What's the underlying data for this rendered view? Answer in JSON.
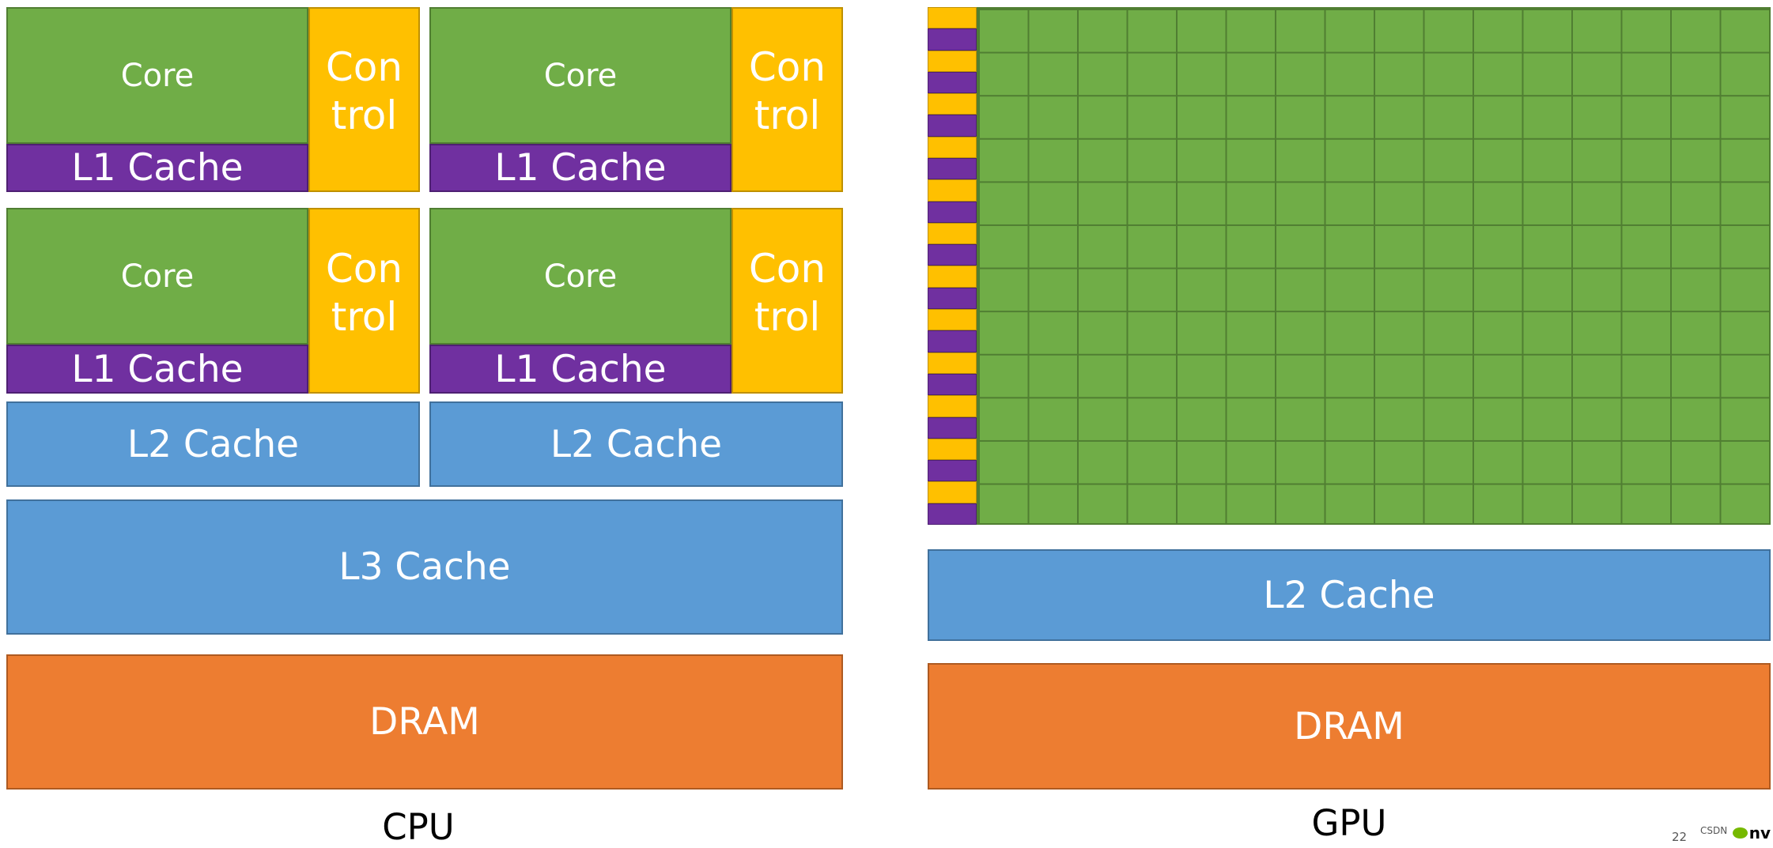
{
  "cpu": {
    "label": "CPU",
    "tiles": [
      {
        "core": "Core",
        "l1": "L1 Cache",
        "control_line1": "Con",
        "control_line2": "trol"
      },
      {
        "core": "Core",
        "l1": "L1 Cache",
        "control_line1": "Con",
        "control_line2": "trol"
      },
      {
        "core": "Core",
        "l1": "L1 Cache",
        "control_line1": "Con",
        "control_line2": "trol"
      },
      {
        "core": "Core",
        "l1": "L1 Cache",
        "control_line1": "Con",
        "control_line2": "trol"
      }
    ],
    "l2": [
      "L2 Cache",
      "L2 Cache"
    ],
    "l3": "L3 Cache",
    "dram": "DRAM"
  },
  "gpu": {
    "label": "GPU",
    "l2": "L2 Cache",
    "dram": "DRAM"
  },
  "footer": {
    "page_number": "22",
    "watermark": "CSDN",
    "logo": "nv"
  },
  "colors": {
    "core": "#70AD47",
    "l1_cache": "#7030A0",
    "control": "#FFC000",
    "cache": "#5B9BD5",
    "dram": "#ED7D31"
  }
}
